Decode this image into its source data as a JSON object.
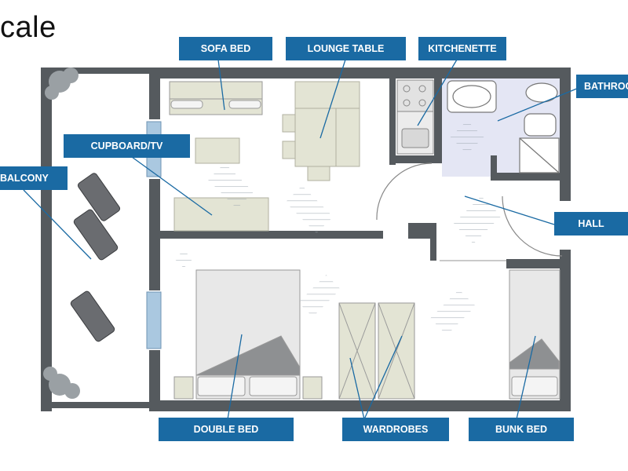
{
  "header": {
    "title_fragment": "cale"
  },
  "labels": {
    "sofa_bed": "SOFA BED",
    "lounge_table": "LOUNGE TABLE",
    "kitchenette": "KITCHENETTE",
    "bathroom": "BATHROO",
    "cupboard_tv": "CUPBOARD/TV",
    "balcony": "BALCONY",
    "hall": "HALL",
    "double_bed": "DOUBLE BED",
    "wardrobes": "WARDROBES",
    "bunk_bed": "BUNK BED"
  },
  "colors": {
    "label_bg": "#1a6aa3",
    "wall": "#555a5e",
    "furniture": "#e3e4d4",
    "bathroom_floor": "#e4e6f4",
    "window": "#aac8e0"
  }
}
